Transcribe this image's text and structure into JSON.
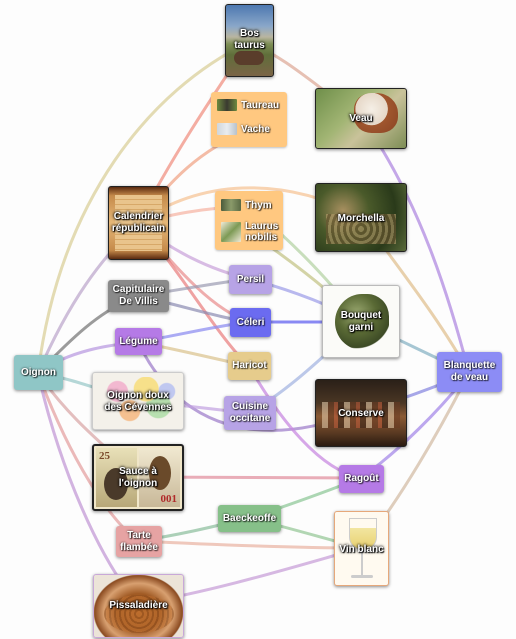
{
  "nodes": {
    "bos_taurus": "Bos\ntaurus",
    "taureau": "Taureau",
    "vache": "Vache",
    "veau": "Veau",
    "calendrier": "Calendrier\nrépublicain",
    "thym": "Thym",
    "laurus": "Laurus\nnobilis",
    "morchella": "Morchella",
    "persil": "Persil",
    "capitulaire": "Capitulaire\nDe Villis",
    "celeri": "Céleri",
    "bouquet": "Bouquet\ngarni",
    "legume": "Légume",
    "haricot": "Haricot",
    "oignon": "Oignon",
    "blanquette": "Blanquette\nde veau",
    "oignon_cevennes": "Oignon doux\ndes Cévennes",
    "cuisine": "Cuisine\noccitane",
    "conserve": "Conserve",
    "sauce": "Sauce à\nl'oignon",
    "stamp_value_left": "25",
    "stamp_value_right": "001",
    "ragout": "Ragoût",
    "baeckeoffe": "Baeckeoffe",
    "tarte": "Tarte\nflambée",
    "vin": "Vin blanc",
    "pissaladiere": "Pissaladière"
  },
  "colors": {
    "image_border": "#222222",
    "purple_tag": "#b57ae6",
    "blue_tag": "#6b6bf0",
    "gray_tag": "#8a8a8a",
    "teal_tag": "#8fc6c6",
    "orange_group": "#ffc880",
    "lavender_tag": "#b7a3e6",
    "tan_tag": "#e6cc8c",
    "green_tag": "#86c089",
    "pink_tag": "#e6a3a3",
    "periwinkle_tag": "#8c8cf5"
  },
  "icons": [
    "cow-image",
    "calf-image",
    "calendar-image",
    "thyme-image",
    "bay-leaf-image",
    "morel-image",
    "bouquet-image",
    "map-image",
    "painting-image",
    "stamp-image",
    "wine-image",
    "tart-image"
  ]
}
